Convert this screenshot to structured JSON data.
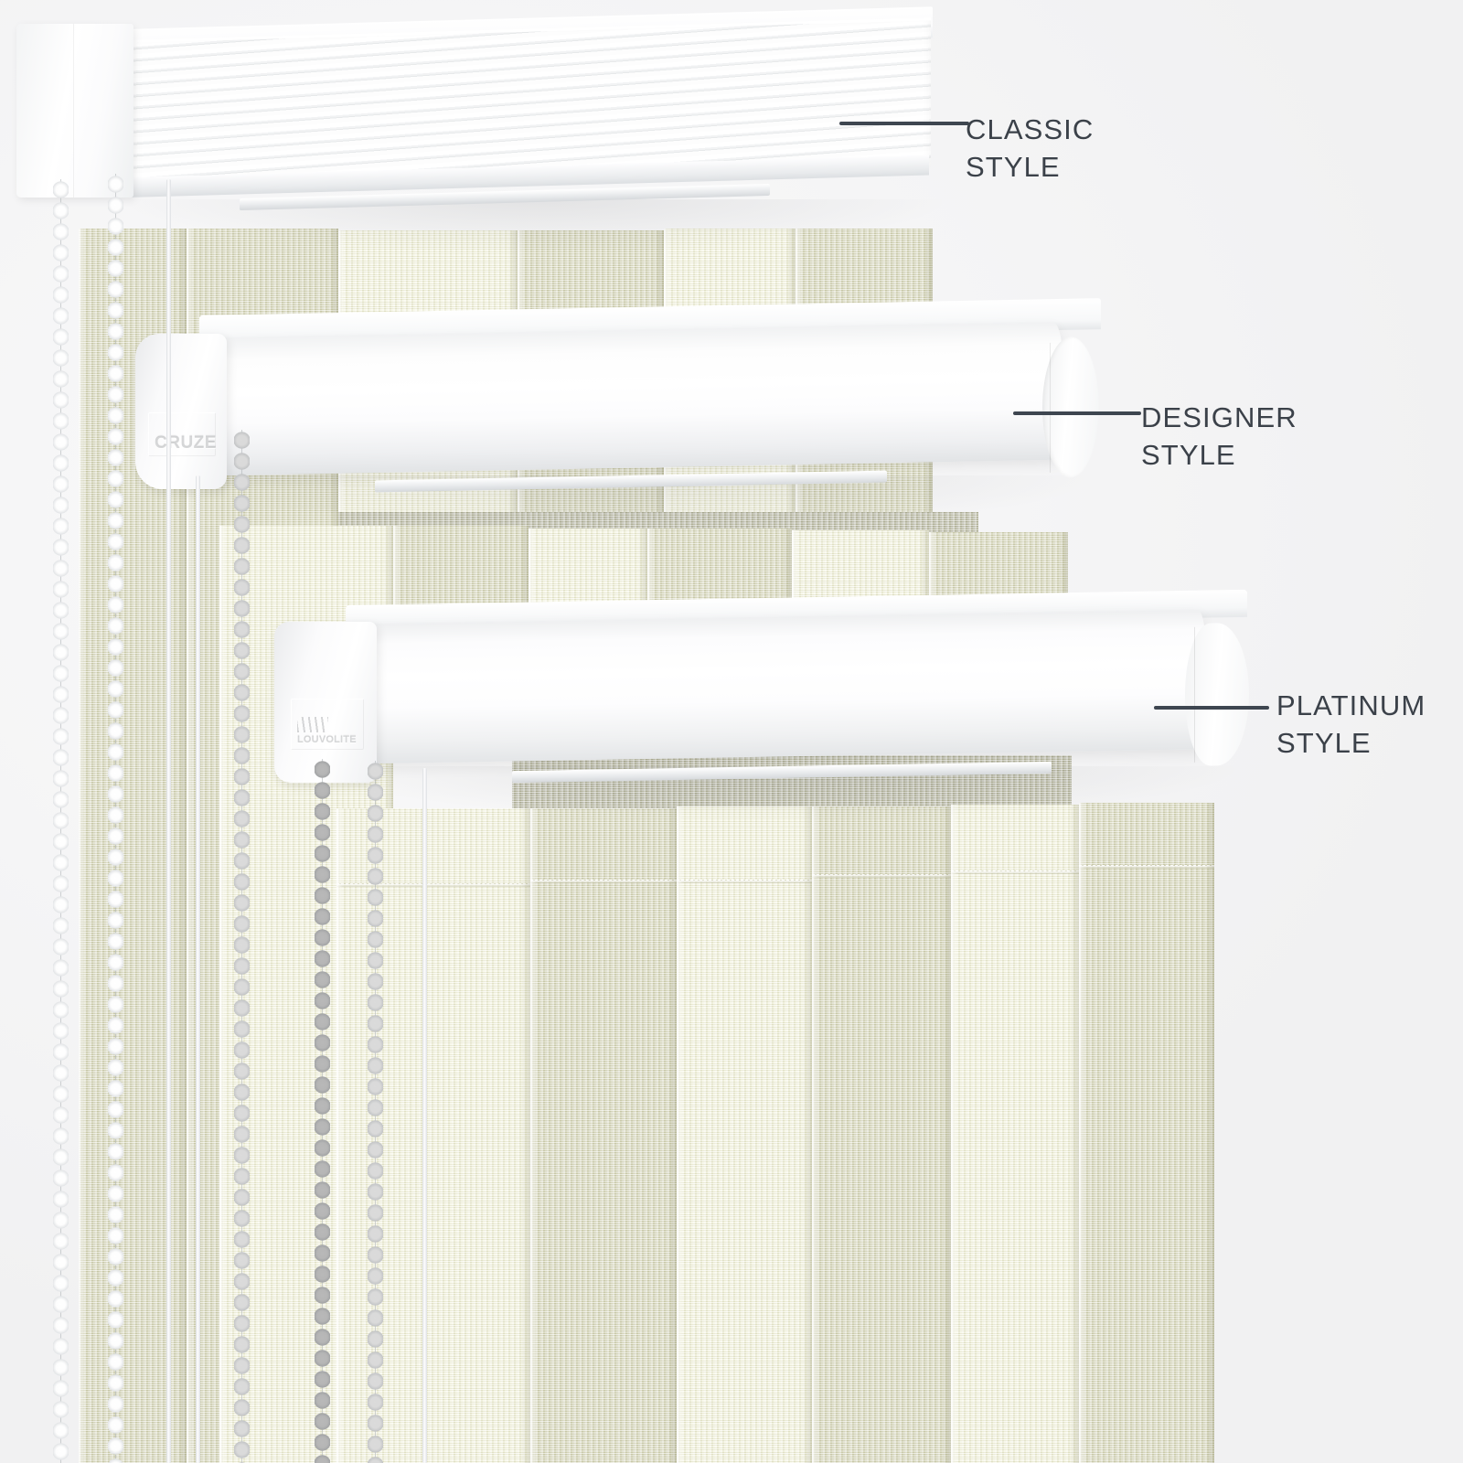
{
  "scene": {
    "title": "Vertical blind headrail style comparison",
    "background_color": "#f5f5f6",
    "fabric_color": "#eeeed2",
    "fabric_shaded_color": "#a9a995",
    "leader_color": "#3e4650",
    "label_color": "#3b4149"
  },
  "labels": [
    {
      "id": "classic",
      "text": "CLASSIC\nSTYLE",
      "line1": "CLASSIC",
      "line2": "STYLE"
    },
    {
      "id": "designer",
      "text": "DESIGNER\nSTYLE",
      "line1": "DESIGNER",
      "line2": "STYLE"
    },
    {
      "id": "platinum",
      "text": "PLATINUM\nSTYLE",
      "line1": "PLATINUM",
      "line2": "STYLE"
    }
  ],
  "rails": [
    {
      "id": "classic",
      "style_name": "CLASSIC STYLE",
      "profile": "slatted-box",
      "brand_text": "",
      "endcap": "square-box"
    },
    {
      "id": "designer",
      "style_name": "DESIGNER STYLE",
      "profile": "round-barrel",
      "brand_text": "CRUZE",
      "endcap": "rounded-dome"
    },
    {
      "id": "platinum",
      "style_name": "PLATINUM STYLE",
      "profile": "flat-front-barrel",
      "brand_text": "LOUVOLITE",
      "brand_mark": "slat-stripes-icon",
      "endcap": "rounded-cap"
    }
  ]
}
